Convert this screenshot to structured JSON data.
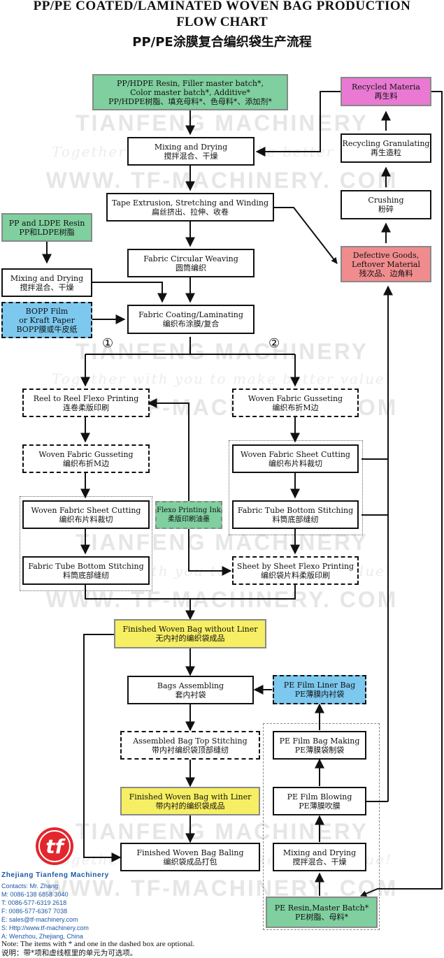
{
  "title": {
    "line1": "PP/PE COATED/LAMINATED WOVEN BAG PRODUCTION",
    "line2": "FLOW CHART",
    "line3": "PP/PE涂膜复合编织袋生产流程"
  },
  "watermark": {
    "big": "TIANFENG MACHINERY",
    "slogan": "Together with you to make better value!",
    "url": "WWW. TF-MACHINERY. COM"
  },
  "markers": {
    "one": "①",
    "two": "②"
  },
  "nodes": {
    "resin": {
      "en": "PP/HDPE Resin, Filler master batch*,\nColor master batch*, Additive*",
      "cn": "PP/HDPE树脂、填充母料*、色母料*、添加剂*"
    },
    "mix1": {
      "en": "Mixing and Drying",
      "cn": "搅拌混合、干燥"
    },
    "tape": {
      "en": "Tape Extrusion, Stretching and Winding",
      "cn": "扁丝挤出、拉伸、收卷"
    },
    "weave": {
      "en": "Fabric Circular Weaving",
      "cn": "圆筒编织"
    },
    "coat": {
      "en": "Fabric Coating/Laminating",
      "cn": "编织布涂膜/复合"
    },
    "ppldpe": {
      "en": "PP and LDPE Resin",
      "cn": "PP和LDPE树脂"
    },
    "mix2": {
      "en": "Mixing and Drying",
      "cn": "搅拌混合、干燥"
    },
    "bopp": {
      "en": "BOPP Film\nor Kraft Paper",
      "cn": "BOPP膜或牛皮纸"
    },
    "recycled": {
      "en": "Recycled Materia",
      "cn": "再生料"
    },
    "granul": {
      "en": "Recycling Granulating",
      "cn": "再生造粒"
    },
    "crush": {
      "en": "Crushing",
      "cn": "粉碎"
    },
    "defect": {
      "en": "Defective Goods,\nLeftover Material",
      "cn": "残次品、边角料"
    },
    "r2r": {
      "en": "Reel to Reel Flexo Printing",
      "cn": "连卷柔版印刷"
    },
    "gusL": {
      "en": "Woven Fabric Gusseting",
      "cn": "编织布折M边"
    },
    "cutL": {
      "en": "Woven Fabric Sheet Cutting",
      "cn": "编织布片料裁切"
    },
    "botL": {
      "en": "Fabric Tube Bottom Stitching",
      "cn": "料筒底部缝纫"
    },
    "ink": {
      "en": "Flexo Printing Ink",
      "cn": "柔版印刷油墨"
    },
    "gusR": {
      "en": "Woven Fabric Gusseting",
      "cn": "编织布折M边"
    },
    "cutR": {
      "en": "Woven Fabric Sheet Cutting",
      "cn": "编织布片料裁切"
    },
    "botR": {
      "en": "Fabric Tube Bottom Stitching",
      "cn": "料筒底部缝纫"
    },
    "sheet": {
      "en": "Sheet by Sheet Flexo Printing",
      "cn": "编织袋片料柔版印刷"
    },
    "finNo": {
      "en": "Finished Woven Bag without Liner",
      "cn": "无内衬的编织袋成品"
    },
    "assem": {
      "en": "Bags Assembling",
      "cn": "套内衬袋"
    },
    "liner": {
      "en": "PE Film Liner Bag",
      "cn": "PE薄膜内衬袋"
    },
    "topst": {
      "en": "Assembled Bag Top Stitching",
      "cn": "带内衬编织袋顶部缝纫"
    },
    "bagmk": {
      "en": "PE Film Bag Making",
      "cn": "PE薄膜袋制袋"
    },
    "finLn": {
      "en": "Finished Woven Bag with Liner",
      "cn": "带内衬的编织袋成品"
    },
    "blow": {
      "en": "PE Film Blowing",
      "cn": "PE薄膜吹膜"
    },
    "bale": {
      "en": "Finished Woven Bag Baling",
      "cn": "编织袋成品打包"
    },
    "mix3": {
      "en": "Mixing and Drying",
      "cn": "搅拌混合、干燥"
    },
    "peres": {
      "en": "PE Resin,Master Batch*",
      "cn": "PE树脂、母料*"
    }
  },
  "company": {
    "logo": "tf",
    "name": "Zhejiang Tianfeng Machinery",
    "contacts": "Contacts: Mr. Zhang",
    "m": "M: 0086-138 6858 3040",
    "t": "T: 0086-577-6319 2618",
    "f": "F: 0086-577-6367 7038",
    "e": "E: sales@tf-machinery.com",
    "s": "S: Http://www.tf-machinery.com",
    "a": "A: Wenzhou, Zhejiang, China"
  },
  "note": {
    "en": "Note: The items with * and one in the dashed box are optional.",
    "cn": "说明：带*项和虚线框里的单元为可选项。"
  },
  "colors": {
    "green": "#7fcf9f",
    "pink": "#e979d2",
    "red": "#f08c8e",
    "blue": "#7cc8ee",
    "yellow": "#f7ef63",
    "brand_red": "#e2262d",
    "brand_blue": "#1c57a6"
  }
}
